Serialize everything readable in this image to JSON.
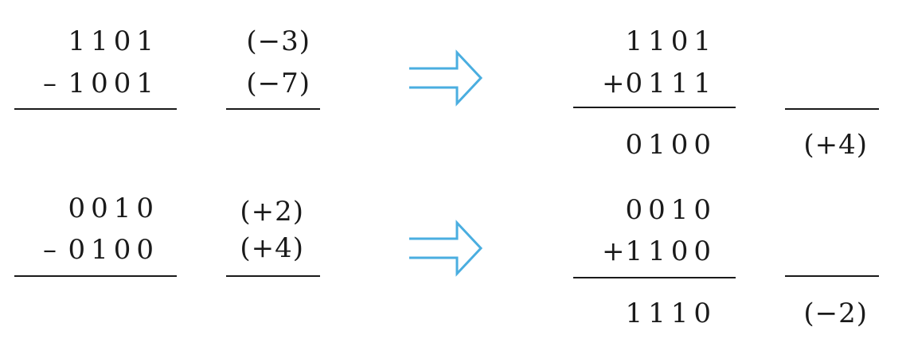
{
  "problems": [
    {
      "top": "1101",
      "bottom_op": "–",
      "bottom": "1001",
      "top_dec": "(−3)",
      "bottom_dec": "(−7)",
      "add_top": "1101",
      "add_op": "+",
      "add_bottom": "0111",
      "result": "0100",
      "result_dec": "(+4)"
    },
    {
      "top": "0010",
      "bottom_op": "–",
      "bottom": "0100",
      "top_dec": "(+2)",
      "bottom_dec": "(+4)",
      "add_top": "0010",
      "add_op": "+",
      "add_bottom": "1100",
      "result": "1110",
      "result_dec": "(−2)"
    }
  ],
  "colors": {
    "arrow": "#4aaee0",
    "ink": "#1a1a1a"
  },
  "icons": {
    "arrow": "double-right-arrow"
  }
}
